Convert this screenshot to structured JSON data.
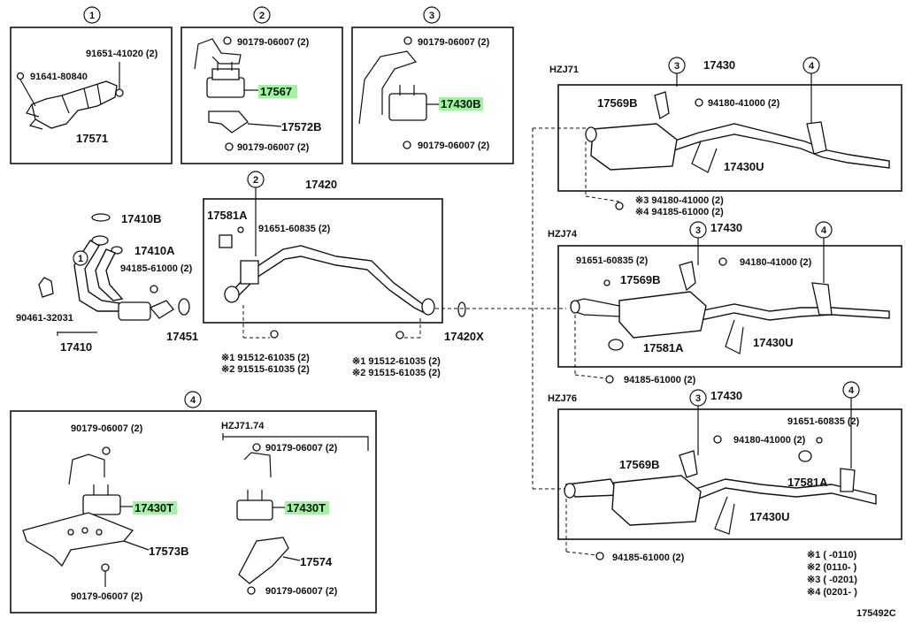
{
  "callouts": {
    "c1": "1",
    "c2": "2",
    "c3": "3",
    "c4": "4"
  },
  "box1": {
    "p1": "91651-41020 (2)",
    "p2": "91641-80840",
    "p3": "17571"
  },
  "box2": {
    "p1": "90179-06007 (2)",
    "p2": "17567",
    "p3": "17572B",
    "p4": "90179-06007 (2)"
  },
  "box3": {
    "p1": "90179-06007 (2)",
    "p2": "17430B",
    "p3": "90179-06007 (2)"
  },
  "center": {
    "p17420": "17420",
    "p17410B": "17410B",
    "p17581A": "17581A",
    "p91651": "91651-60835 (2)",
    "p17410A": "17410A",
    "p94185": "94185-61000 (2)",
    "p90461": "90461-32031",
    "p17410": "17410",
    "p17451": "17451",
    "p17420X": "17420X",
    "n1a": "※1  91512-61035 (2)",
    "n2a": "※2  91515-61035 (2)",
    "n1b": "※1  91512-61035 (2)",
    "n2b": "※2  91515-61035 (2)"
  },
  "hzj71": {
    "model": "HZJ71",
    "title": "17430",
    "p17569B": "17569B",
    "p94180": "94180-41000 (2)",
    "p17430U": "17430U",
    "n3": "※3  94180-41000 (2)",
    "n4": "※4  94185-61000 (2)"
  },
  "hzj74": {
    "model": "HZJ74",
    "title": "17430",
    "p91651": "91651-60835 (2)",
    "p94180": "94180-41000 (2)",
    "p17569B": "17569B",
    "p17430U": "17430U",
    "p17581A": "17581A",
    "p94185": "94185-61000 (2)"
  },
  "hzj76": {
    "model": "HZJ76",
    "title": "17430",
    "p94180": "94180-41000 (2)",
    "p91651": "91651-60835 (2)",
    "p17569B": "17569B",
    "p17581A": "17581A",
    "p17430U": "17430U",
    "p94185": "94185-61000 (2)"
  },
  "box4": {
    "sub": "HZJ71.74",
    "a1": "90179-06007 (2)",
    "a2": "17430T",
    "a3": "17573B",
    "a4": "90179-06007 (2)",
    "b1": "90179-06007 (2)",
    "b2": "17430T",
    "b3": "17574",
    "b4": "90179-06007 (2)"
  },
  "legend": {
    "l1": "※1  (          -0110)",
    "l2": "※2  (0110-          )",
    "l3": "※3  (          -0201)",
    "l4": "※4  (0201-          )"
  },
  "ref": "175492C",
  "highlight_color": "#9df59d"
}
